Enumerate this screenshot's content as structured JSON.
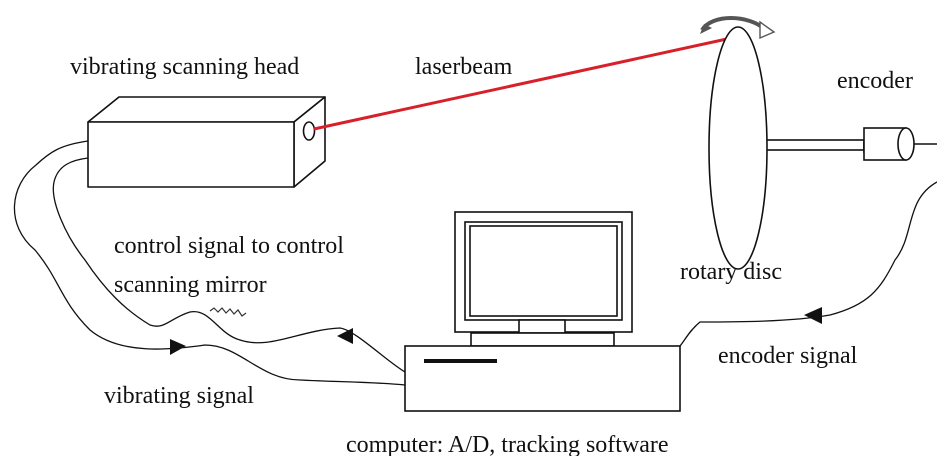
{
  "labels": {
    "scanning_head": "vibrating scanning head",
    "laserbeam": "laserbeam",
    "encoder": "encoder",
    "rotary_disc": "rotary disc",
    "control_signal_line1": "control signal to control",
    "control_signal_line2": "scanning mirror",
    "vibrating_signal": "vibrating signal",
    "encoder_signal": "encoder signal",
    "computer": "computer: A/D, tracking software"
  },
  "colors": {
    "laser": "#d8202a",
    "line": "#111111",
    "background": "#ffffff"
  }
}
